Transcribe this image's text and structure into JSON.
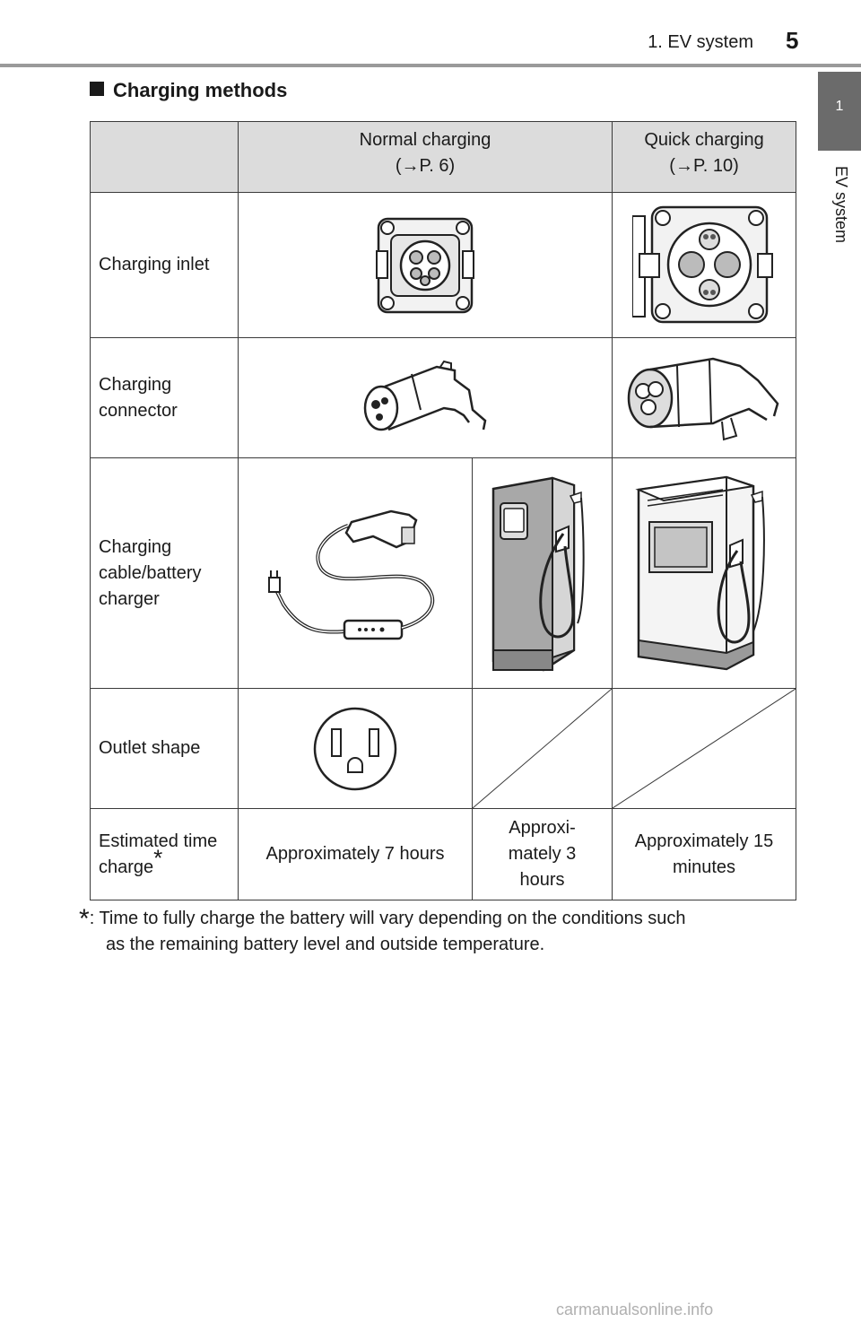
{
  "header": {
    "section": "1. EV system",
    "page_number": "5"
  },
  "side_tab": {
    "number": "1",
    "label": "EV system"
  },
  "section": {
    "title": "Charging methods"
  },
  "table": {
    "columns": {
      "normal": {
        "line1": "Normal charging",
        "line2": "(→P. 6)"
      },
      "quick": {
        "line1": "Quick charging",
        "line2": "(→P. 10)"
      }
    },
    "rows": {
      "inlet": {
        "label": "Charging inlet"
      },
      "connector": {
        "label": "Charging connector"
      },
      "cable": {
        "label": "Charging cable/battery charger"
      },
      "outlet": {
        "label": "Outlet shape"
      },
      "time": {
        "label": "Estimated time charge",
        "label_mark": "*",
        "normal_cable": "Approximately 7 hours",
        "normal_station": "Approxi- mately 3 hours",
        "quick": "Approximately 15 minutes"
      }
    }
  },
  "footnote": {
    "mark": "*",
    "text": ": Time to fully charge the battery will vary depending on the conditions such",
    "text2": "as the remaining battery level and outside temperature."
  },
  "watermark": "carmanualsonline.info"
}
